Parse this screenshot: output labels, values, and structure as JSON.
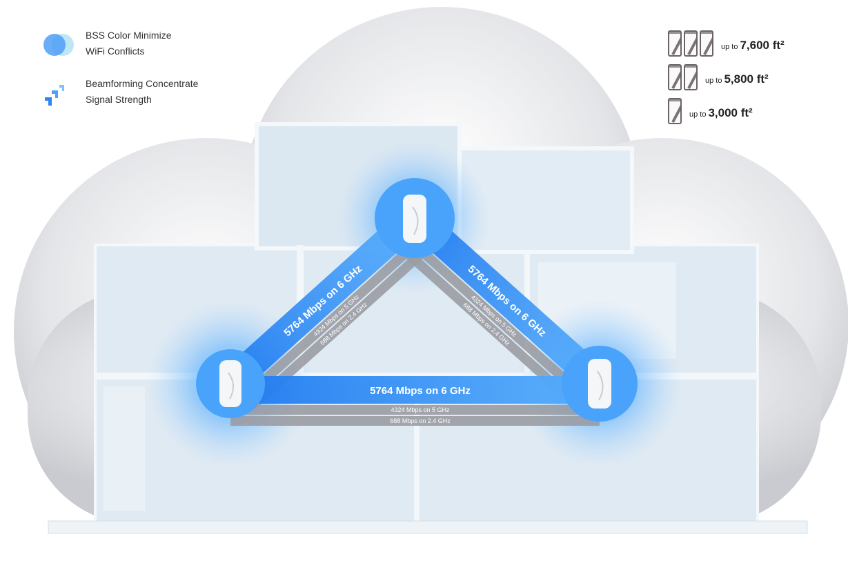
{
  "features": [
    {
      "icon": "bss-color-circles-icon",
      "line1": "BSS Color Minimize",
      "line2": "WiFi Conflicts"
    },
    {
      "icon": "beamforming-icon",
      "line1": "Beamforming Concentrate",
      "line2": "Signal Strength"
    }
  ],
  "coverage": [
    {
      "units": 3,
      "prefix": "up to",
      "area": "7,600 ft²"
    },
    {
      "units": 2,
      "prefix": "up to",
      "area": "5,800 ft²"
    },
    {
      "units": 1,
      "prefix": "up to",
      "area": "3,000 ft²"
    }
  ],
  "links": {
    "band_6ghz": "5764 Mbps on 6 GHz",
    "band_5ghz": "4324 Mbps on 5 GHz",
    "band_24ghz": "688 Mbps on 2.4 GHz"
  },
  "colors": {
    "accent": "#2e86f5",
    "gray_band": "#9a9ca3",
    "house": "#dde9f3"
  }
}
